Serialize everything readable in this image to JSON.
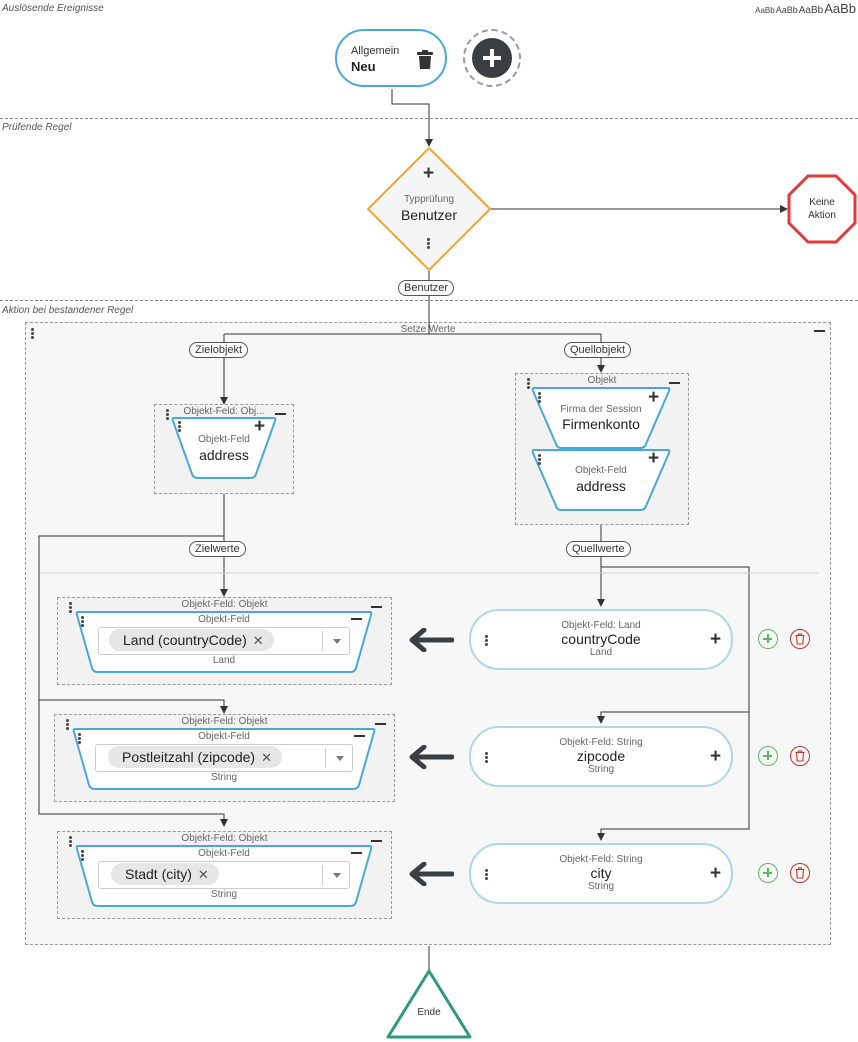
{
  "sections": {
    "trigger": "Auslösende Ereignisse",
    "rule": "Prüfende Regel",
    "action": "Aktion bei bestandener Regel"
  },
  "font_sample": [
    "AaBb",
    "AaBb",
    "AaBb",
    "AaBb"
  ],
  "trigger_node": {
    "small": "Allgemein",
    "main": "Neu"
  },
  "rule_node": {
    "small": "Typprüfung",
    "main": "Benutzer"
  },
  "no_action": {
    "line1": "Keine",
    "line2": "Aktion"
  },
  "rule_output_label": "Benutzer",
  "setze_werte": {
    "title": "Setze Werte",
    "target_label": "Zielobjekt",
    "source_label": "Quellobjekt",
    "target_values_label": "Zielwerte",
    "source_values_label": "Quellwerte",
    "target_group": {
      "title": "Objekt-Feld: Obj...",
      "small": "Objekt-Feld",
      "main": "address"
    },
    "source_group": {
      "title": "Objekt",
      "first": {
        "small": "Firma der Session",
        "main": "Firmenkonto"
      },
      "second": {
        "small": "Objekt-Feld",
        "main": "address"
      }
    },
    "mappings": [
      {
        "group_title": "Objekt-Feld: Objekt",
        "field_small": "Objekt-Feld",
        "chip": "Land (countryCode)",
        "type": "Land",
        "src_small": "Objekt-Feld: Land",
        "src_main": "countryCode",
        "src_type": "Land"
      },
      {
        "group_title": "Objekt-Feld: Objekt",
        "field_small": "Objekt-Feld",
        "chip": "Postleitzahl (zipcode)",
        "type": "String",
        "src_small": "Objekt-Feld: String",
        "src_main": "zipcode",
        "src_type": "String"
      },
      {
        "group_title": "Objekt-Feld: Objekt",
        "field_small": "Objekt-Feld",
        "chip": "Stadt (city)",
        "type": "String",
        "src_small": "Objekt-Feld: String",
        "src_main": "city",
        "src_type": "String"
      }
    ]
  },
  "end_node": "Ende",
  "colors": {
    "trigger_border": "#4aa8d8",
    "rule_border": "#f0a830",
    "no_action_border": "#e03a3a",
    "end_border": "#2e9a78",
    "field_border": "#4aa8d8",
    "source_border": "#add8e6",
    "add_green": "#5cb85c",
    "delete_red": "#c0392b"
  }
}
